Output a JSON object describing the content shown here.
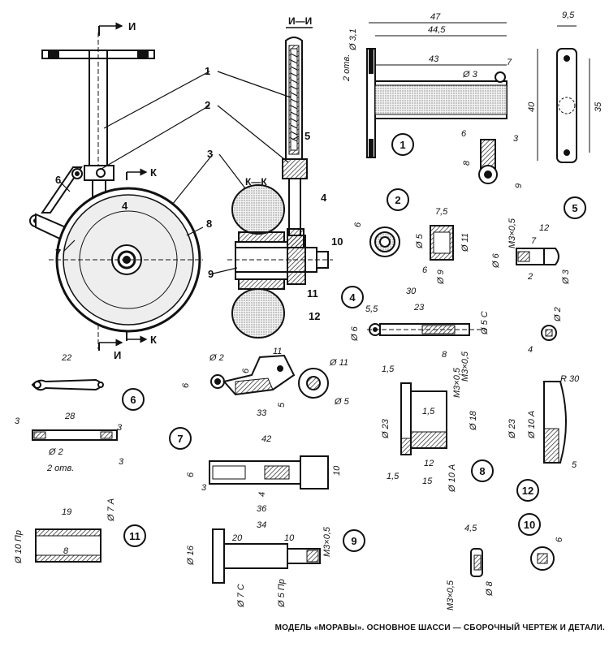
{
  "caption": "МОДЕЛЬ «МОРАВЫ». ОСНОВНОЕ ШАССИ — СБОРОЧНЫЙ ЧЕРТЕЖ И ДЕТАЛИ.",
  "sections": {
    "i_marker": "И",
    "i_title": "И—И",
    "k_marker": "К",
    "k_title": "К—К"
  },
  "callouts": [
    "1",
    "2",
    "3",
    "4",
    "5",
    "6",
    "7",
    "8",
    "9",
    "10",
    "11",
    "12"
  ],
  "part_labels": [
    "1",
    "2",
    "3",
    "4",
    "5",
    "6",
    "7",
    "8",
    "9",
    "10",
    "11",
    "12"
  ],
  "dims": {
    "p1": {
      "w47": "47",
      "w445": "44,5",
      "w43": "43",
      "d31": "Ø 3,1",
      "holes": "2 отв.",
      "d3": "Ø 3",
      "r7": "7",
      "w6": "6",
      "w3": "3",
      "h8": "8",
      "h9": "9",
      "w95": "9,5",
      "h40": "40",
      "h35": "35"
    },
    "p2": {
      "w75": "7,5",
      "h6": "6",
      "d5": "Ø 5",
      "d11": "Ø 11",
      "d9": "Ø 9",
      "w6": "6"
    },
    "p4": {
      "w30": "30",
      "w55": "5,5",
      "w23": "23",
      "d6": "Ø 6",
      "d5c": "Ø 5 С",
      "w8": "8",
      "m3": "М3×0,5"
    },
    "p5": {
      "w12": "12",
      "w7": "7",
      "m3": "М3×0,5",
      "d6": "Ø 6",
      "w2": "2",
      "d3": "Ø 3",
      "d2": "Ø 2",
      "w4": "4"
    },
    "p6": {
      "w22": "22",
      "w28": "28",
      "h3a": "3",
      "h3b": "3",
      "h3c": "3",
      "d2": "Ø 2",
      "holes": "2 отв."
    },
    "p7": {
      "d2": "Ø 2",
      "w11": "11",
      "d11": "Ø 11",
      "h6a": "6",
      "h6b": "6",
      "w5": "5",
      "d5": "Ø 5",
      "w33": "33",
      "w42": "42",
      "h6c": "6",
      "h10": "10",
      "w3": "3",
      "w4": "4"
    },
    "p8": {
      "w15a": "1,5",
      "w15b": "1,5",
      "d23": "Ø 23",
      "d18": "Ø 18",
      "w12": "12",
      "w15": "15",
      "w15c": "1,5",
      "d10": "Ø 10 А",
      "m3": "М3×0,5"
    },
    "p12": {
      "r30": "R 30",
      "d23": "Ø 23",
      "d10": "Ø 10 А",
      "w5": "5"
    },
    "p9": {
      "w36": "36",
      "w34": "34",
      "w20": "20",
      "w10": "10",
      "d16": "Ø 16",
      "d7": "Ø 7 С",
      "d5": "Ø 5 Пр",
      "m3": "М3×0,5"
    },
    "p11": {
      "w19": "19",
      "d10": "Ø 10 Пр",
      "d7": "Ø 7 А",
      "w8": "8"
    },
    "p10": {
      "w45": "4,5",
      "m3": "М3×0,5",
      "d8": "Ø 8",
      "w6": "6"
    }
  },
  "colors": {
    "ink": "#111111",
    "paper": "#ffffff",
    "hatch": "#333333"
  }
}
